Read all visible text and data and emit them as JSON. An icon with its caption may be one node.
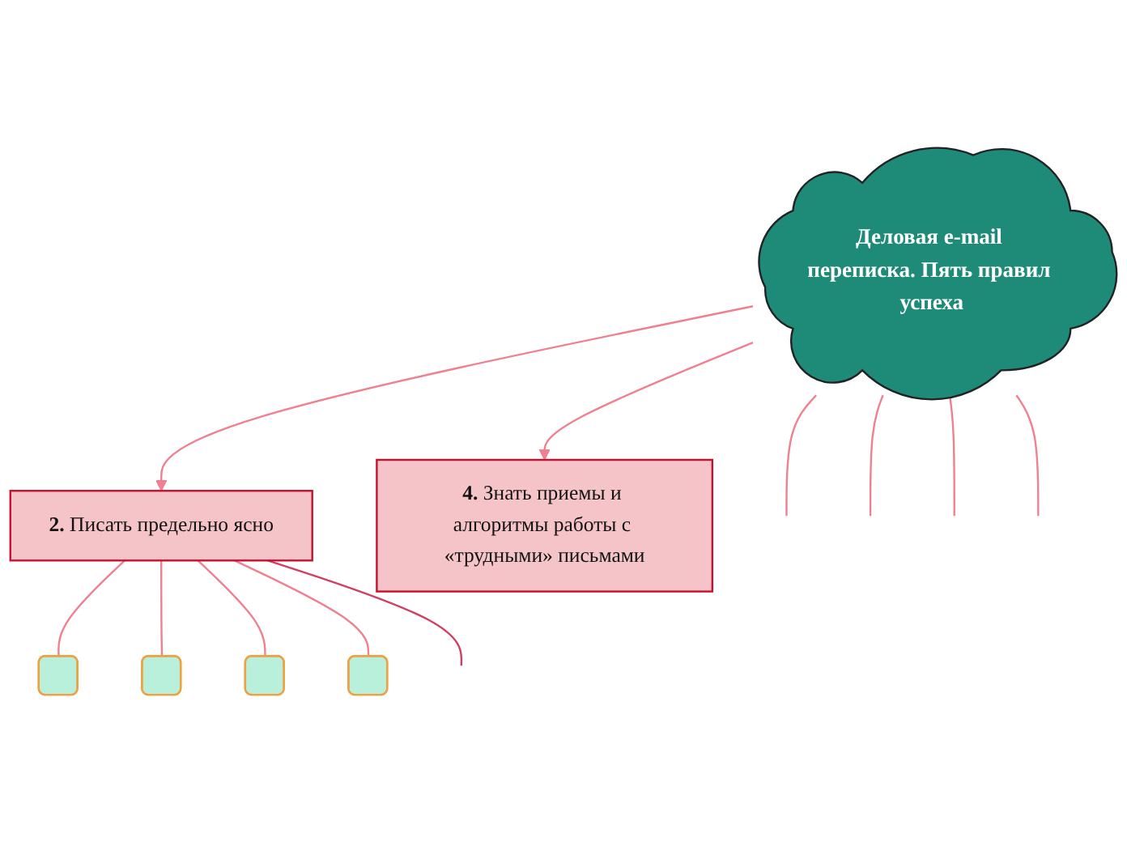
{
  "diagram": {
    "nodes": [
      {
        "text": [
          "Деловая e-mail переписка. Пять правил успеха"
        ]
      },
      {
        "text": [
          "**2.** Писать предельно ясно"
        ]
      },
      {
        "text": [],
        "shape": "box"
      },
      {
        "text": [],
        "shape": "box"
      },
      {
        "text": [],
        "shape": "box"
      },
      {
        "text": [],
        "shape": "box"
      },
      {
        "text": [
          "**4.** Знать приемы и алгоритмы работы с «трудными» письмами"
        ]
      }
    ],
    "edges": [
      {
        "from": 0,
        "to": null,
        "arrow": "none"
      },
      {
        "from": 0,
        "to": null,
        "arrow": "none"
      },
      {
        "from": 0,
        "to": 1,
        "arrow": "to"
      },
      {
        "from": 1,
        "to": 2,
        "arrow": "none"
      },
      {
        "from": 1,
        "to": 3,
        "arrow": "none"
      },
      {
        "from": 1,
        "to": 4,
        "arrow": "none"
      },
      {
        "from": 1,
        "to": 5,
        "arrow": "none"
      },
      {
        "from": 1,
        "to": null,
        "arrow": "none",
        "color": "#d04060"
      },
      {
        "from": 0,
        "to": 6,
        "arrow": "to"
      },
      {
        "from": 0,
        "to": null,
        "arrow": "none"
      },
      {
        "from": 0,
        "to": null,
        "arrow": "none"
      }
    ]
  }
}
